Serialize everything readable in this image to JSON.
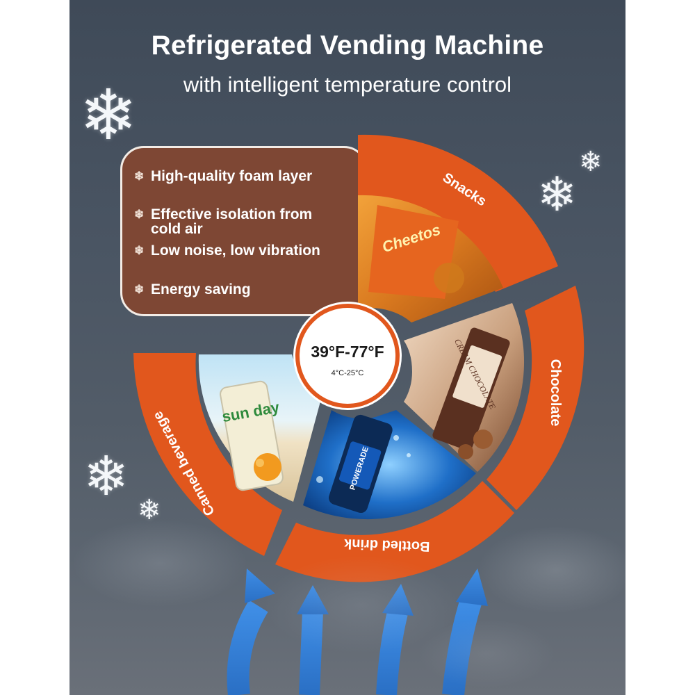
{
  "header": {
    "title": "Refrigerated Vending Machine",
    "subtitle": "with intelligent temperature control"
  },
  "features": [
    {
      "text": "High-quality foam layer"
    },
    {
      "text": "Effective isolation from cold air"
    },
    {
      "text": "Low noise, low vibration"
    },
    {
      "text": "Energy saving"
    }
  ],
  "temperature": {
    "fahrenheit": "39°F-77°F",
    "celsius": "4°C-25°C"
  },
  "categories": [
    {
      "label": "Snacks"
    },
    {
      "label": "Chocolate"
    },
    {
      "label": "Bottled drink"
    },
    {
      "label": "Canned beverage"
    }
  ],
  "product_images": [
    {
      "name": "cheetos-snack-image",
      "brand_text": "Cheetos"
    },
    {
      "name": "chocolate-bar-image",
      "brand_text": "CREAM CHOCOLATE"
    },
    {
      "name": "bottled-drink-image",
      "brand_text": "POWERADE"
    },
    {
      "name": "canned-drink-image",
      "brand_text": "sun day"
    }
  ],
  "icons": {
    "feature_bullet": "snowflake-icon",
    "decor": "snowflake-icon",
    "airflow": "arrow-up-icon"
  },
  "colors": {
    "accent": "#e1571d",
    "feature_box": "#7e4734",
    "airflow_arrow": "#3a86d8",
    "background": "#4a5563"
  }
}
